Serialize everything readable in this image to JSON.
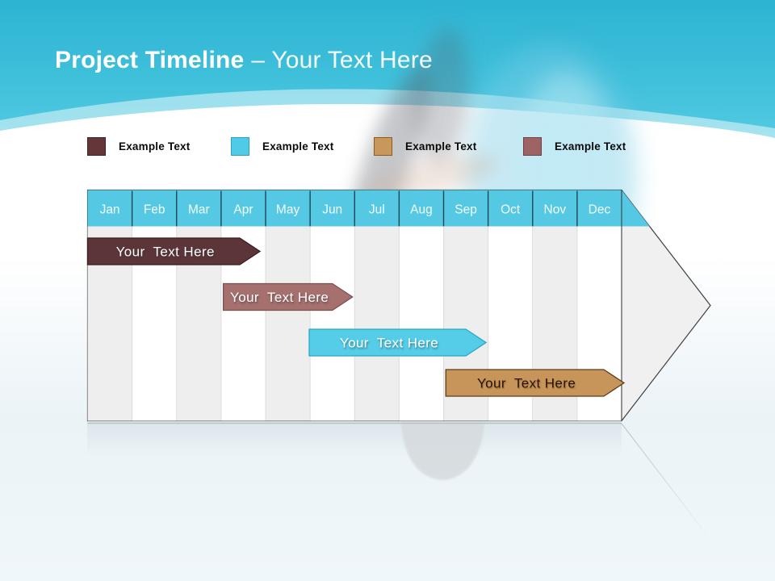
{
  "slide": {
    "title": {
      "bold": "Project Timeline",
      "light": "– Your Text Here"
    },
    "legend": {
      "items": [
        {
          "label": "Example Text",
          "color": "#643539",
          "border": "#432224"
        },
        {
          "label": "Example Text",
          "color": "#4FCBE7",
          "border": "#2BA3C0"
        },
        {
          "label": "Example Text",
          "color": "#C9965C",
          "border": "#8A5E1F"
        },
        {
          "label": "Example Text",
          "color": "#9E6365",
          "border": "#6F4143"
        }
      ]
    },
    "timeline": {
      "months": [
        "Jan",
        "Feb",
        "Mar",
        "Apr",
        "May",
        "Jun",
        "Jul",
        "Aug",
        "Sep",
        "Oct",
        "Nov",
        "Dec"
      ],
      "header_color": "#55C8E3",
      "header_divider_color": "#1C4854",
      "month_text_color": "#F8FEFF",
      "stripe_color": "#EFEEEE",
      "arrow_fill": "#F1F0F0",
      "outline_color": "#3E3E3E",
      "gridline_color": "#DCDCDC",
      "bars": [
        {
          "label": "Your  Text Here",
          "start_month": 0.0,
          "end_month": 3.42,
          "row": 0,
          "fill": "#5C3538",
          "stroke": "#3B1F21",
          "text_color": "#FFFFFF"
        },
        {
          "label": "Your  Text Here",
          "start_month": 3.05,
          "end_month": 5.5,
          "row": 1,
          "fill": "#A5706E",
          "stroke": "#7D504F",
          "text_color": "#FFFFFF"
        },
        {
          "label": "Your  Text Here",
          "start_month": 4.98,
          "end_month": 8.5,
          "row": 2,
          "fill": "#55CDE9",
          "stroke": "#2BA6C4",
          "text_color": "#FFFFFF"
        },
        {
          "label": "Your  Text Here",
          "start_month": 8.05,
          "end_month": 11.6,
          "row": 3,
          "fill": "#C79459",
          "stroke": "#5A3D1C",
          "text_color": "#241304"
        }
      ]
    }
  }
}
